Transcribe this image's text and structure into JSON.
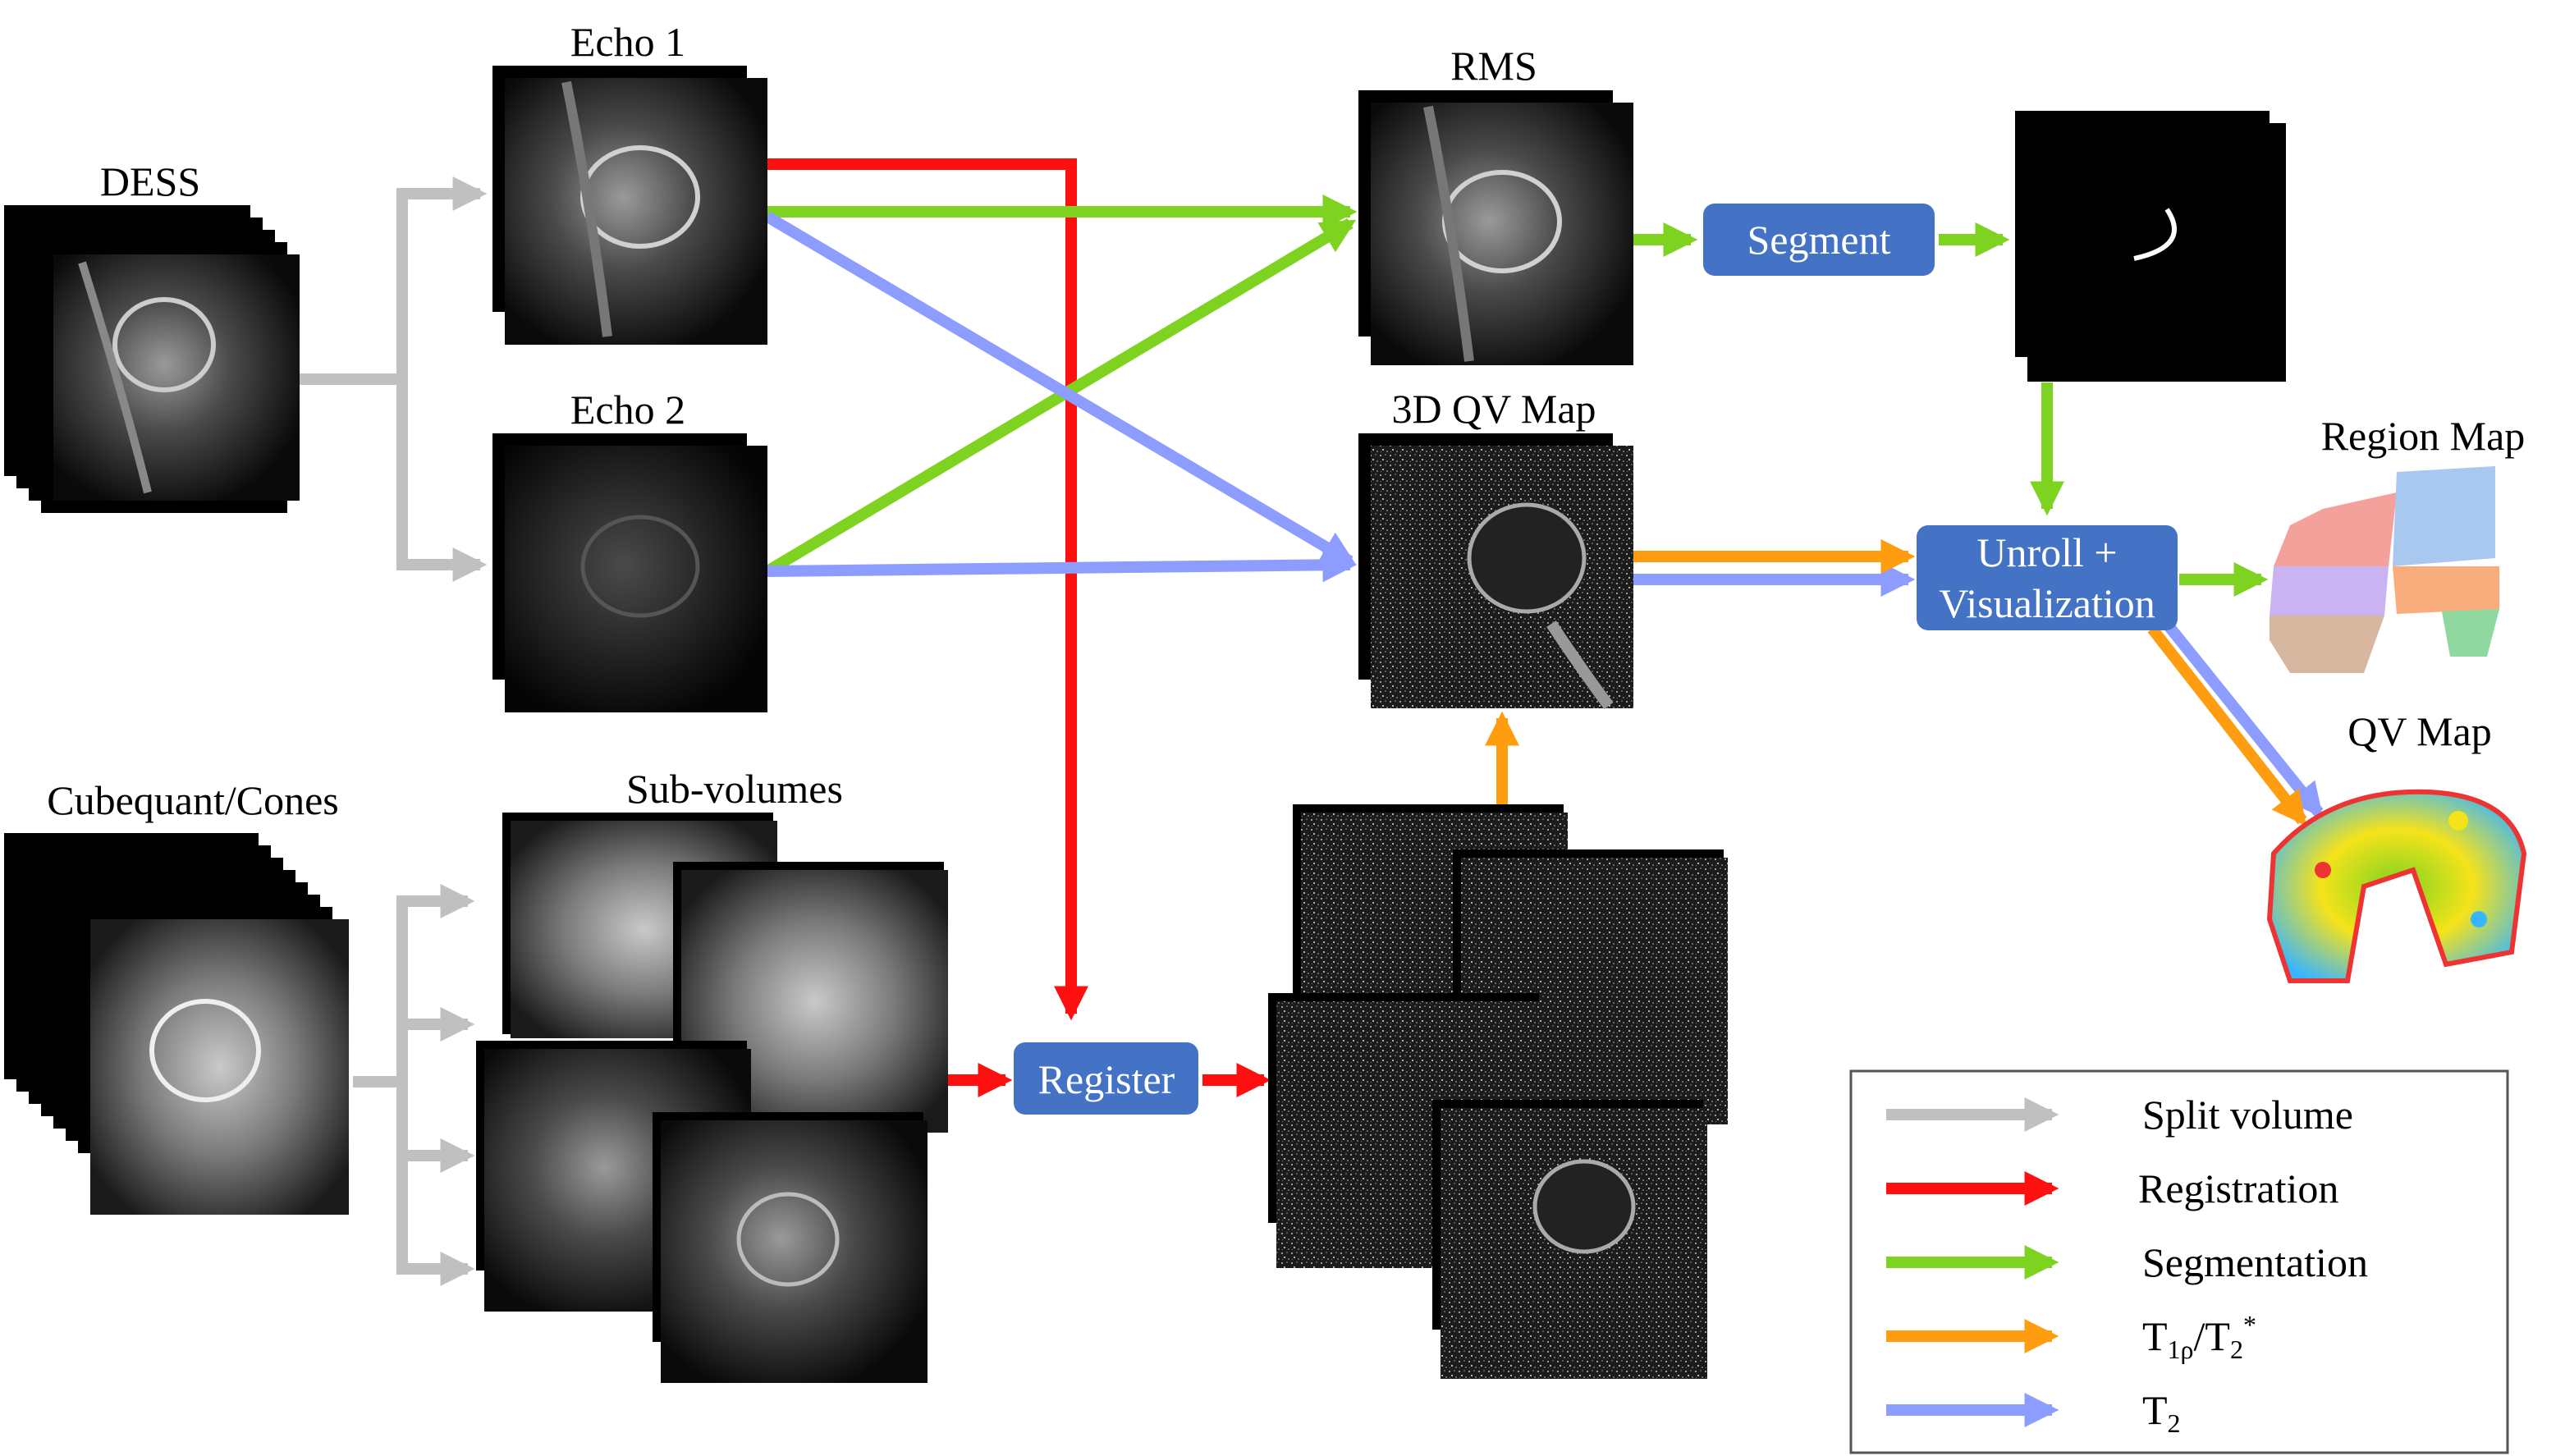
{
  "labels": {
    "dess": "DESS",
    "echo1": "Echo 1",
    "echo2": "Echo 2",
    "rms": "RMS",
    "qvmap3d": "3D QV Map",
    "region_map": "Region Map",
    "qv_map": "QV Map",
    "cubequant": "Cubequant/Cones",
    "subvolumes": "Sub-volumes"
  },
  "buttons": {
    "segment": "Segment",
    "unroll_line1": "Unroll +",
    "unroll_line2": "Visualization",
    "register": "Register"
  },
  "legend": {
    "items": [
      {
        "label": "Split volume",
        "color": "#c0c0c0"
      },
      {
        "label": "Registration",
        "color": "#ff1010"
      },
      {
        "label": "Segmentation",
        "color": "#7ed321"
      },
      {
        "label": "T1ρ/T2*",
        "color": "#ff9d10",
        "main1": "T",
        "sub1": "1ρ",
        "mid": "/T",
        "sub2": "2",
        "sup": "*"
      },
      {
        "label": "T2",
        "color": "#8c9cff",
        "main1": "T",
        "sub1": "2"
      }
    ]
  },
  "colors": {
    "button": "#4472c4",
    "split": "#c0c0c0",
    "registration": "#ff1010",
    "segmentation": "#7ed321",
    "t1rho": "#ff9d10",
    "t2": "#8c9cff"
  },
  "icons": {
    "mri_slice": "knee-mri-slice-image",
    "segmentation_mask": "cartilage-mask-image",
    "region_map": "cartilage-region-map-image",
    "qv_map": "cartilage-qv-heatmap-image"
  }
}
